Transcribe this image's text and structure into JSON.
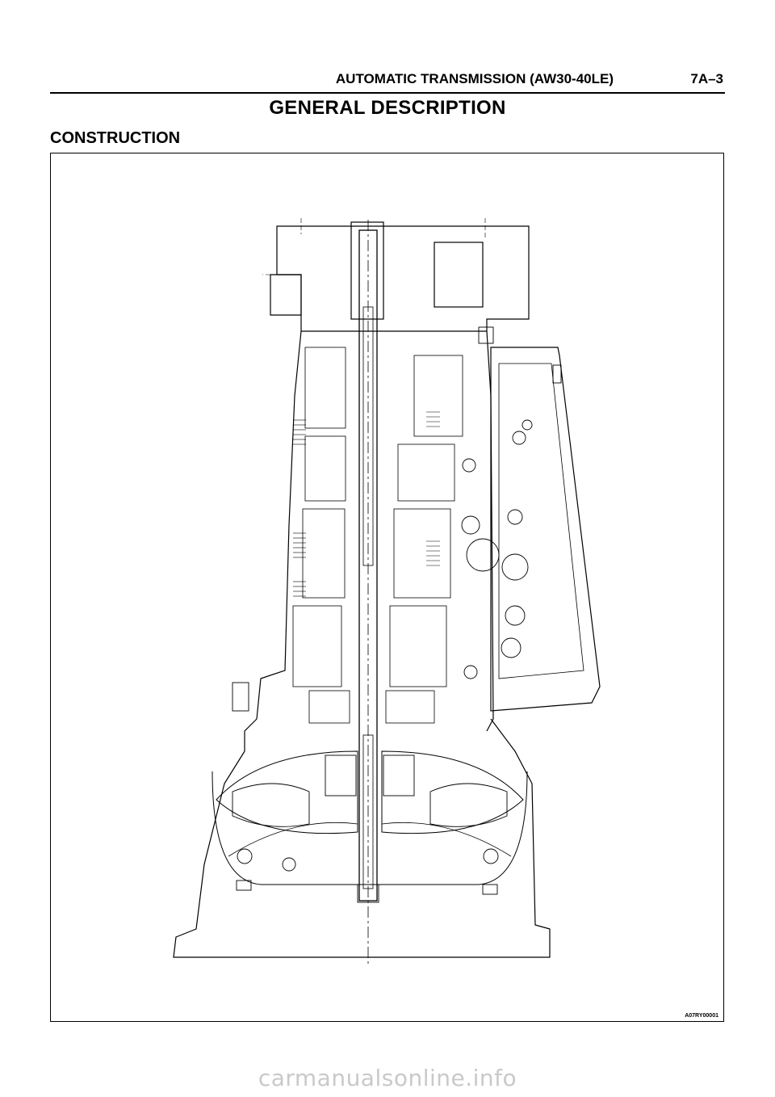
{
  "header": {
    "title": "AUTOMATIC TRANSMISSION (AW30-40LE)",
    "page": "7A–3"
  },
  "section_title": "GENERAL DESCRIPTION",
  "subsection_title": "CONSTRUCTION",
  "figure": {
    "code": "A07RY00001",
    "subject": "transmission-cross-section-drawing"
  },
  "watermark": "carmanualsonline.info"
}
